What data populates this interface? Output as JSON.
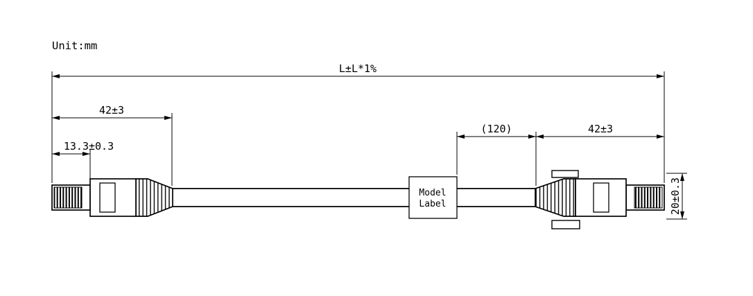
{
  "drawing": {
    "unit_label": "Unit:mm",
    "model_label": {
      "line1": "Model",
      "line2": "Label"
    },
    "dimensions": {
      "overall_length": "L±L*1%",
      "left_boot_length": "42±3",
      "left_contact_length": "13.3±0.3",
      "label_offset": "(120)",
      "right_boot_length": "42±3",
      "connector_height": "20±0.3"
    },
    "colors": {
      "line": "#000000",
      "background": "#ffffff"
    }
  }
}
